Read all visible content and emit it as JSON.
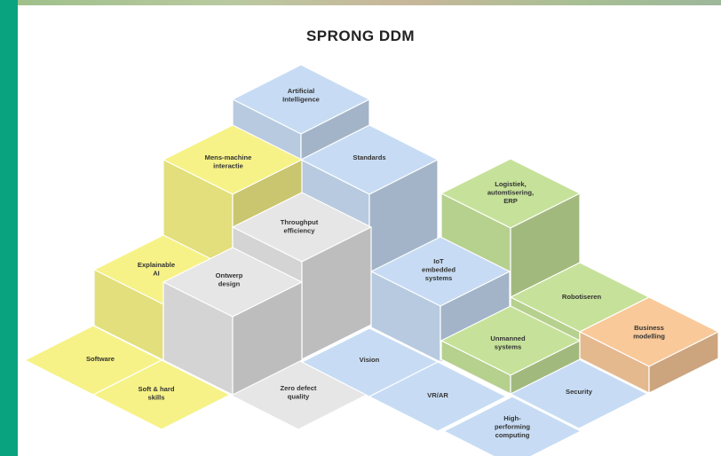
{
  "title": "SPRONG DDM",
  "colors": {
    "yellow": "#f6f287",
    "grey": "#e6e6e6",
    "blue": "#c7dcf4",
    "green": "#c6e29a",
    "orange": "#f9c99a",
    "accent_bar": "#0aa37f"
  },
  "blocks": {
    "artificial_intelligence": "Artificial\nIntelligence",
    "standards": "Standards",
    "mens_machine": "Mens-machine\ninteractie",
    "throughput": "Throughput\nefficiency",
    "explainable_ai": "Explainable\nAI",
    "ontwerp": "Ontwerp\ndesign",
    "iot": "IoT\nembedded\nsystems",
    "logistiek": "Logistiek,\nautomtisering,\nERP",
    "robotiseren": "Robotiseren",
    "unmanned": "Unmanned\nsystems",
    "business": "Business\nmodelling"
  },
  "tiles": {
    "software": "Software",
    "soft_hard": "Soft & hard\nskills",
    "zero_defect": "Zero defect\nquality",
    "vision": "Vision",
    "vr_ar": "VR/AR",
    "security": "Security",
    "hpc": "High-\nperforming\ncomputing"
  }
}
